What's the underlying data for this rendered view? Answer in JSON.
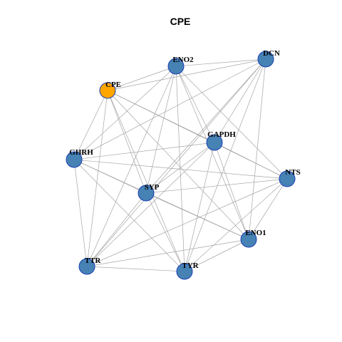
{
  "title": "CPE",
  "colors": {
    "node_default": "#4682B4",
    "node_highlight": "#FFA500",
    "node_border": "#1a3fb5",
    "edge": "#a6a6a6"
  },
  "nodes": [
    {
      "id": "ENO2",
      "label": "ENO2",
      "highlight": false
    },
    {
      "id": "DCN",
      "label": "DCN",
      "highlight": false
    },
    {
      "id": "CPE",
      "label": "CPE",
      "highlight": true
    },
    {
      "id": "GAPDH",
      "label": "GAPDH",
      "highlight": false
    },
    {
      "id": "GHRH",
      "label": "GHRH",
      "highlight": false
    },
    {
      "id": "NTS",
      "label": "NTS",
      "highlight": false
    },
    {
      "id": "SYP",
      "label": "SYP",
      "highlight": false
    },
    {
      "id": "ENO1",
      "label": "ENO1",
      "highlight": false
    },
    {
      "id": "TTR",
      "label": "TTR",
      "highlight": false
    },
    {
      "id": "TYR",
      "label": "TYR",
      "highlight": false
    }
  ],
  "edges": [
    [
      "CPE",
      "ENO2"
    ],
    [
      "CPE",
      "DCN"
    ],
    [
      "CPE",
      "GAPDH"
    ],
    [
      "CPE",
      "NTS"
    ],
    [
      "CPE",
      "SYP"
    ],
    [
      "CPE",
      "ENO1"
    ],
    [
      "CPE",
      "TTR"
    ],
    [
      "CPE",
      "TYR"
    ],
    [
      "CPE",
      "GHRH"
    ],
    [
      "ENO2",
      "DCN"
    ],
    [
      "ENO2",
      "GAPDH"
    ],
    [
      "ENO2",
      "GHRH"
    ],
    [
      "ENO2",
      "SYP"
    ],
    [
      "ENO2",
      "NTS"
    ],
    [
      "ENO2",
      "ENO1"
    ],
    [
      "ENO2",
      "TTR"
    ],
    [
      "ENO2",
      "TYR"
    ],
    [
      "DCN",
      "GAPDH"
    ],
    [
      "DCN",
      "GHRH"
    ],
    [
      "DCN",
      "SYP"
    ],
    [
      "DCN",
      "ENO1"
    ],
    [
      "DCN",
      "TYR"
    ],
    [
      "DCN",
      "TTR"
    ],
    [
      "GAPDH",
      "GHRH"
    ],
    [
      "GAPDH",
      "SYP"
    ],
    [
      "GAPDH",
      "NTS"
    ],
    [
      "GAPDH",
      "ENO1"
    ],
    [
      "GAPDH",
      "TTR"
    ],
    [
      "GAPDH",
      "TYR"
    ],
    [
      "GHRH",
      "NTS"
    ],
    [
      "GHRH",
      "SYP"
    ],
    [
      "GHRH",
      "ENO1"
    ],
    [
      "GHRH",
      "TTR"
    ],
    [
      "GHRH",
      "TYR"
    ],
    [
      "SYP",
      "NTS"
    ],
    [
      "SYP",
      "ENO1"
    ],
    [
      "SYP",
      "TYR"
    ],
    [
      "SYP",
      "TTR"
    ],
    [
      "NTS",
      "ENO1"
    ],
    [
      "NTS",
      "TTR"
    ],
    [
      "NTS",
      "TYR"
    ],
    [
      "ENO1",
      "TTR"
    ],
    [
      "ENO1",
      "TYR"
    ],
    [
      "TTR",
      "TYR"
    ]
  ]
}
